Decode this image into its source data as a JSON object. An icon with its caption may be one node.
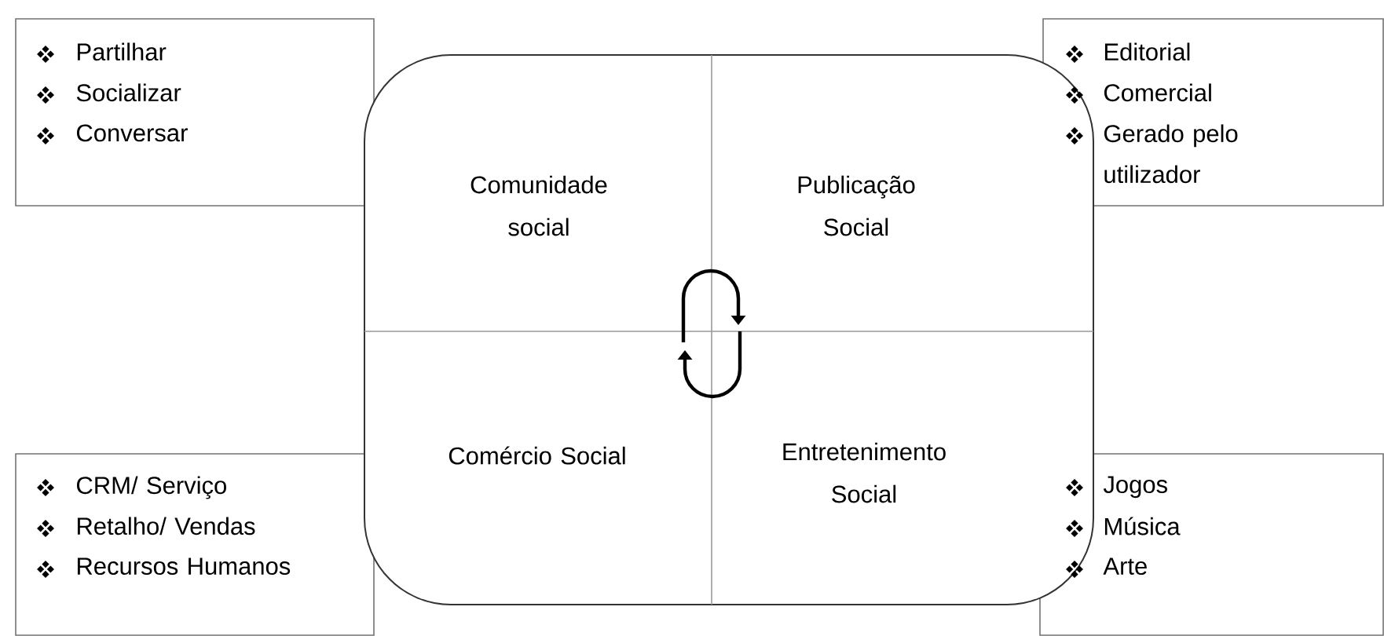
{
  "diagram": {
    "nodes": [
      {
        "text": [
          "Partilhar",
          "Socializar",
          "Conversar"
        ]
      },
      {
        "text": [
          "Editorial",
          "Comercial",
          "Gerado pelo utilizador"
        ]
      },
      {
        "text": [],
        "shape": "box"
      },
      {
        "text": [
          "Comunidade social"
        ],
        "in": 2
      },
      {
        "text": [
          "Publicação Social"
        ],
        "in": 2
      },
      {
        "text": [
          "Comércio Social"
        ],
        "in": 2
      },
      {
        "text": [
          "Entretenimento Social"
        ],
        "in": 2
      },
      {
        "text": [
          "CRM/ Serviço",
          "Retalho/ Vendas",
          "Recursos Humanos"
        ]
      },
      {
        "text": [
          "Jogos",
          "Música",
          "Arte"
        ]
      }
    ]
  }
}
